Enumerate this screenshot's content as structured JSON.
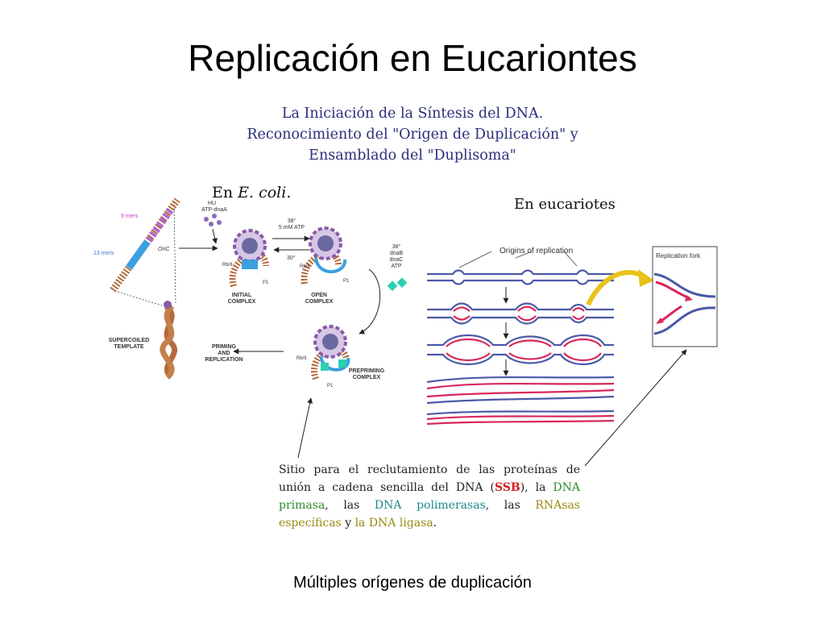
{
  "slide": {
    "title": "Replicación en Eucariontes",
    "footer": "Múltiples orígenes de duplicación"
  },
  "figure": {
    "subtitle_lines": [
      "La Iniciación de la Síntesis del DNA.",
      "Reconocimiento del \"Origen de Duplicación\" y",
      "Ensamblado del \"Duplisoma\""
    ],
    "ecoli": {
      "heading_prefix": "En ",
      "heading_italic": "E. coli",
      "heading_suffix": ".",
      "labels": {
        "nine_mers": "9 mers",
        "thirteen_mers": "13 mers",
        "oric": "OriC",
        "hu_atp_dnaa": [
          "HU",
          "ATP-dnaA"
        ],
        "temp_atp": [
          "38°",
          "5 mM ATP"
        ],
        "temp_back": "30°",
        "initial_complex": [
          "INITIAL",
          "COMPLEX"
        ],
        "open_complex": [
          "OPEN",
          "COMPLEX"
        ],
        "prepriming_complex": [
          "PREPRIMING",
          "COMPLEX"
        ],
        "supercoiled_template": [
          "SUPERCOILED",
          "TEMPLATE"
        ],
        "priming_replication": [
          "PRIMING",
          "AND",
          "REPLICATION"
        ],
        "dnab_dnac": [
          "38°",
          "dnaB",
          "dnaC",
          "ATP"
        ],
        "rb": "Rb/II",
        "p1": "P1"
      }
    },
    "eukaryotes": {
      "heading": "En eucariotes",
      "origins_label": "Origins of replication",
      "fork_label": "Replication fork"
    },
    "caption_parts": [
      {
        "text": "Sitio para el reclutamiento de las proteínas de unión a cadena sencilla del DNA (",
        "style": "plain"
      },
      {
        "text": "SSB",
        "style": "red"
      },
      {
        "text": "), la ",
        "style": "plain"
      },
      {
        "text": "DNA primasa",
        "style": "green"
      },
      {
        "text": ", las ",
        "style": "plain"
      },
      {
        "text": "DNA polimerasas",
        "style": "teal"
      },
      {
        "text": ", las ",
        "style": "plain"
      },
      {
        "text": "RNAsas específicas",
        "style": "olive"
      },
      {
        "text": " y ",
        "style": "plain"
      },
      {
        "text": "la DNA ligasa",
        "style": "olive"
      },
      {
        "text": ".",
        "style": "plain"
      }
    ]
  },
  "colors": {
    "strand_blue": "#4a5aa8",
    "strand_red": "#d8285a",
    "fork_arrow": "#e8c21a",
    "protein_purple": "#8a5aa8",
    "protein_blue": "#3aa0e0",
    "teal": "#2ad0b0",
    "dna_brown": "#b46a3a"
  }
}
